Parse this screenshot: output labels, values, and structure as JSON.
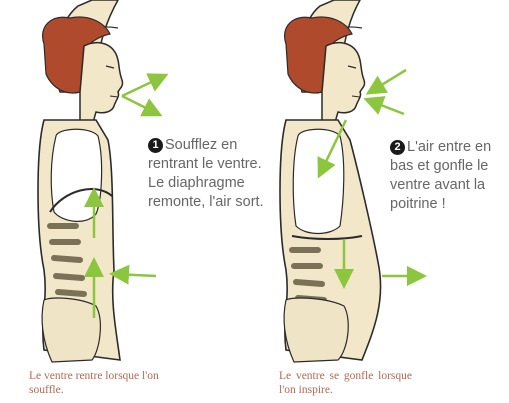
{
  "left_panel": {
    "number": "❶",
    "instruction": "Soufflez en rentrant le ventre. Le diaphragme remonte, l'air sort.",
    "caption": "Le ventre rentre lorsque l'on souffle."
  },
  "right_panel": {
    "number": "❷",
    "instruction": "L'air entre en bas et gonfle le ventre avant la poitrine !",
    "caption": "Le ventre se gonfle lorsque l'on inspire."
  },
  "colors": {
    "arrow": "#8cc63f",
    "hair": "#b04a2c",
    "skin": "#f3e7c9",
    "outline": "#2b2b2b",
    "caption_text": "#b06a52",
    "body_text": "#666666"
  }
}
